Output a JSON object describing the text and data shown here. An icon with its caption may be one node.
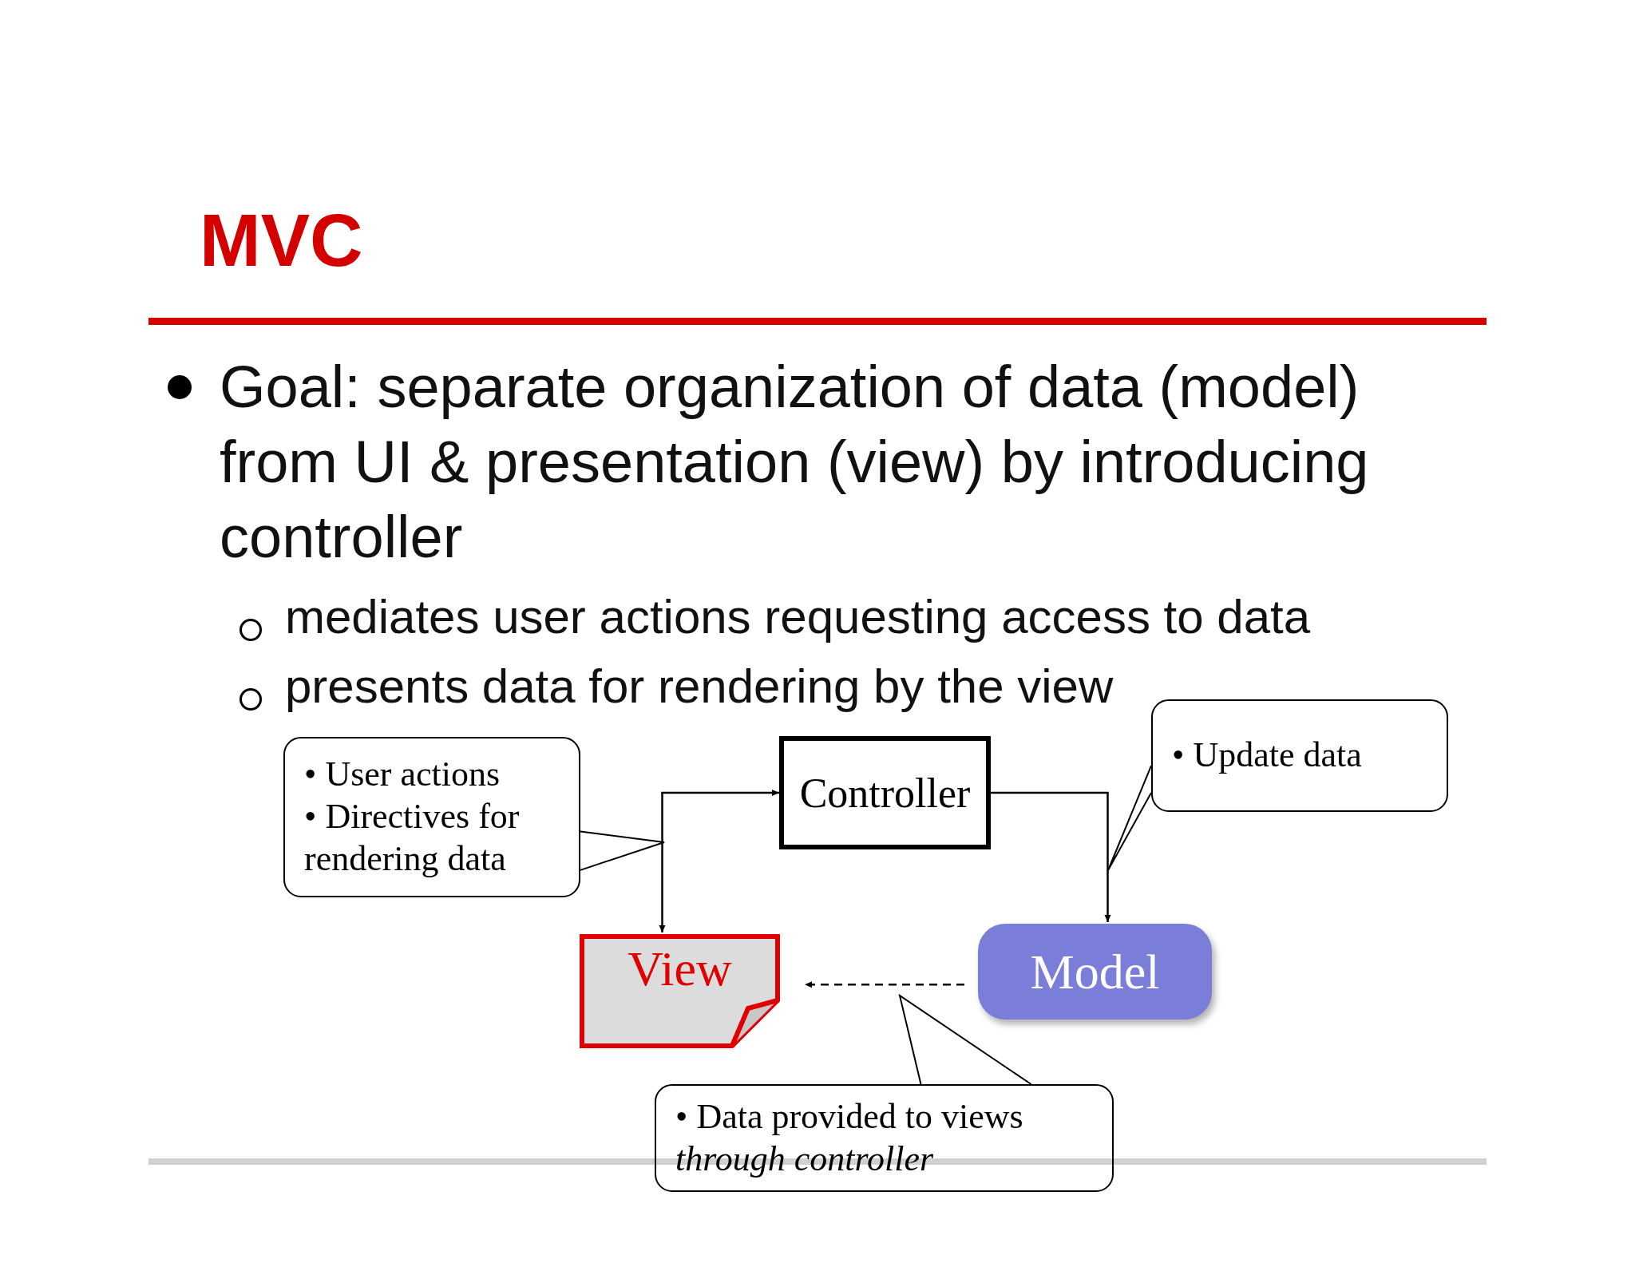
{
  "diagram": {
    "title": "MVC",
    "nodes": [
      {
        "text": [
          "Controller"
        ]
      },
      {
        "text": [
          "View"
        ]
      },
      {
        "text": [
          "Model"
        ]
      },
      {
        "text": [
          "• User actions",
          "• Directives for rendering data"
        ]
      },
      {
        "text": [
          "• Update data"
        ]
      },
      {
        "text": [
          "• Data provided to views *through controller*"
        ]
      }
    ],
    "edges": [
      {
        "from": 0,
        "to": 1,
        "arrow": "both"
      },
      {
        "from": 0,
        "to": 2,
        "arrow": "to"
      },
      {
        "from": 2,
        "to": 1,
        "arrow": "to",
        "style": "dashed"
      },
      {
        "from": 3,
        "to": null,
        "arrow": "none"
      },
      {
        "from": 4,
        "to": null,
        "arrow": "none"
      },
      {
        "from": 5,
        "to": null,
        "arrow": "none"
      }
    ],
    "labels": [
      "Goal: separate organization of data (model) from UI & presentation (view) by introducing controller",
      "mediates user actions requesting access to data",
      "presents data for rendering by the view"
    ]
  }
}
